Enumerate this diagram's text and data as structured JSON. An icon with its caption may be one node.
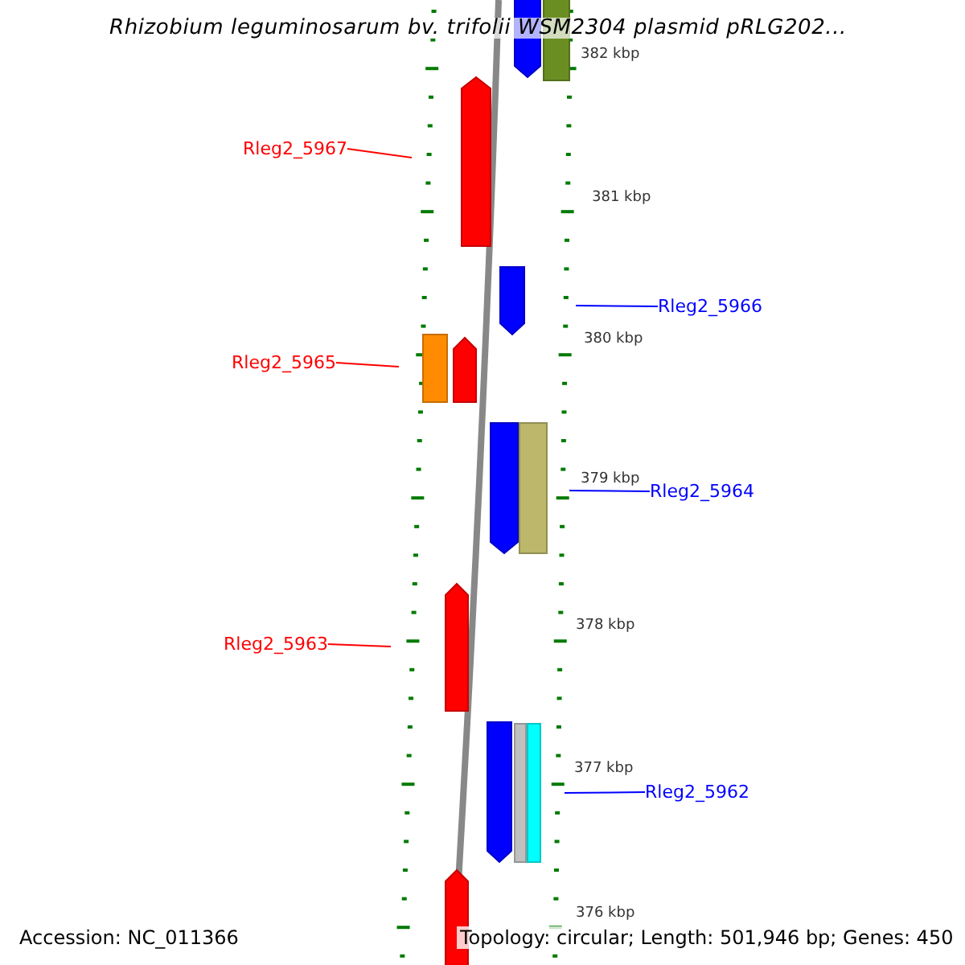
{
  "diagram": {
    "title": "Rhizobium leguminosarum bv. trifolii WSM2304 plasmid pRLG202...",
    "nodes": [
      {
        "text": [
          "Rleg2_5967"
        ]
      },
      {
        "text": [
          "Rleg2_5966"
        ]
      },
      {
        "text": [
          "Rleg2_5965"
        ]
      },
      {
        "text": [
          "Rleg2_5964"
        ]
      },
      {
        "text": [
          "Rleg2_5963"
        ]
      },
      {
        "text": [
          "Rleg2_5962"
        ]
      }
    ],
    "edges": [
      {
        "from": 0,
        "to": null,
        "arrow": "none"
      },
      {
        "from": 1,
        "to": null,
        "arrow": "none",
        "color": "#0000ff"
      },
      {
        "from": 2,
        "to": null,
        "arrow": "none"
      },
      {
        "from": 3,
        "to": null,
        "arrow": "none",
        "color": "#0000ff"
      },
      {
        "from": 4,
        "to": null,
        "arrow": "none"
      },
      {
        "from": 5,
        "to": null,
        "arrow": "none",
        "color": "#0000ff"
      }
    ],
    "labels": [
      "382 kbp",
      "381 kbp",
      "380 kbp",
      "379 kbp",
      "378 kbp",
      "377 kbp",
      "376 kbp",
      "Accession: NC_011366",
      "Topology: circular; Length: 501,946 bp; Genes: 450"
    ]
  }
}
